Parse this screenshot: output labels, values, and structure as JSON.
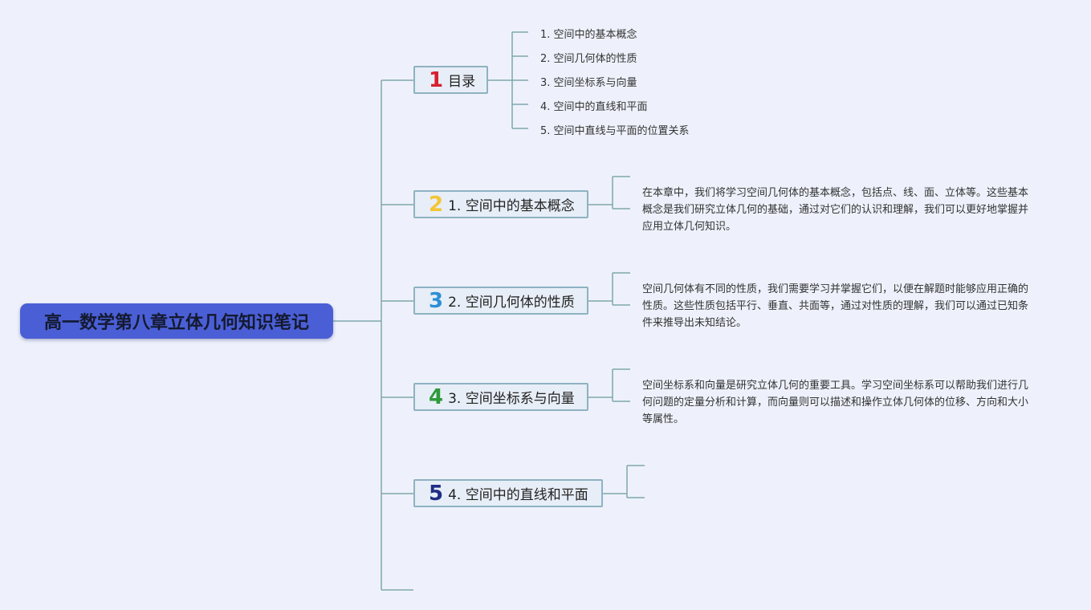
{
  "root": {
    "title": "高一数学第八章立体几何知识笔记"
  },
  "branches": [
    {
      "num": "1",
      "num_color": "#d8202e",
      "label": "目录"
    },
    {
      "num": "2",
      "num_color": "#f4c534",
      "label": "1. 空间中的基本概念"
    },
    {
      "num": "3",
      "num_color": "#2b8fd6",
      "label": "2. 空间几何体的性质"
    },
    {
      "num": "4",
      "num_color": "#2e9a3a",
      "label": "3. 空间坐标系与向量"
    },
    {
      "num": "5",
      "num_color": "#1e2e86",
      "label": "4. 空间中的直线和平面"
    }
  ],
  "toc": [
    "1. 空间中的基本概念",
    "2. 空间几何体的性质",
    "3. 空间坐标系与向量",
    "4. 空间中的直线和平面",
    "5. 空间中直线与平面的位置关系"
  ],
  "notes": [
    "在本章中，我们将学习空间几何体的基本概念，包括点、线、面、立体等。这些基本概念是我们研究立体几何的基础，通过对它们的认识和理解，我们可以更好地掌握并应用立体几何知识。",
    "空间几何体有不同的性质，我们需要学习并掌握它们，以便在解题时能够应用正确的性质。这些性质包括平行、垂直、共面等，通过对性质的理解，我们可以通过已知条件来推导出未知结论。",
    "空间坐标系和向量是研究立体几何的重要工具。学习空间坐标系可以帮助我们进行几何问题的定量分析和计算，而向量则可以描述和操作立体几何体的位移、方向和大小等属性。"
  ],
  "colors": {
    "background": "#eef1fb",
    "root_fill": "#4a5fd6",
    "connector": "#7fa8ad"
  }
}
